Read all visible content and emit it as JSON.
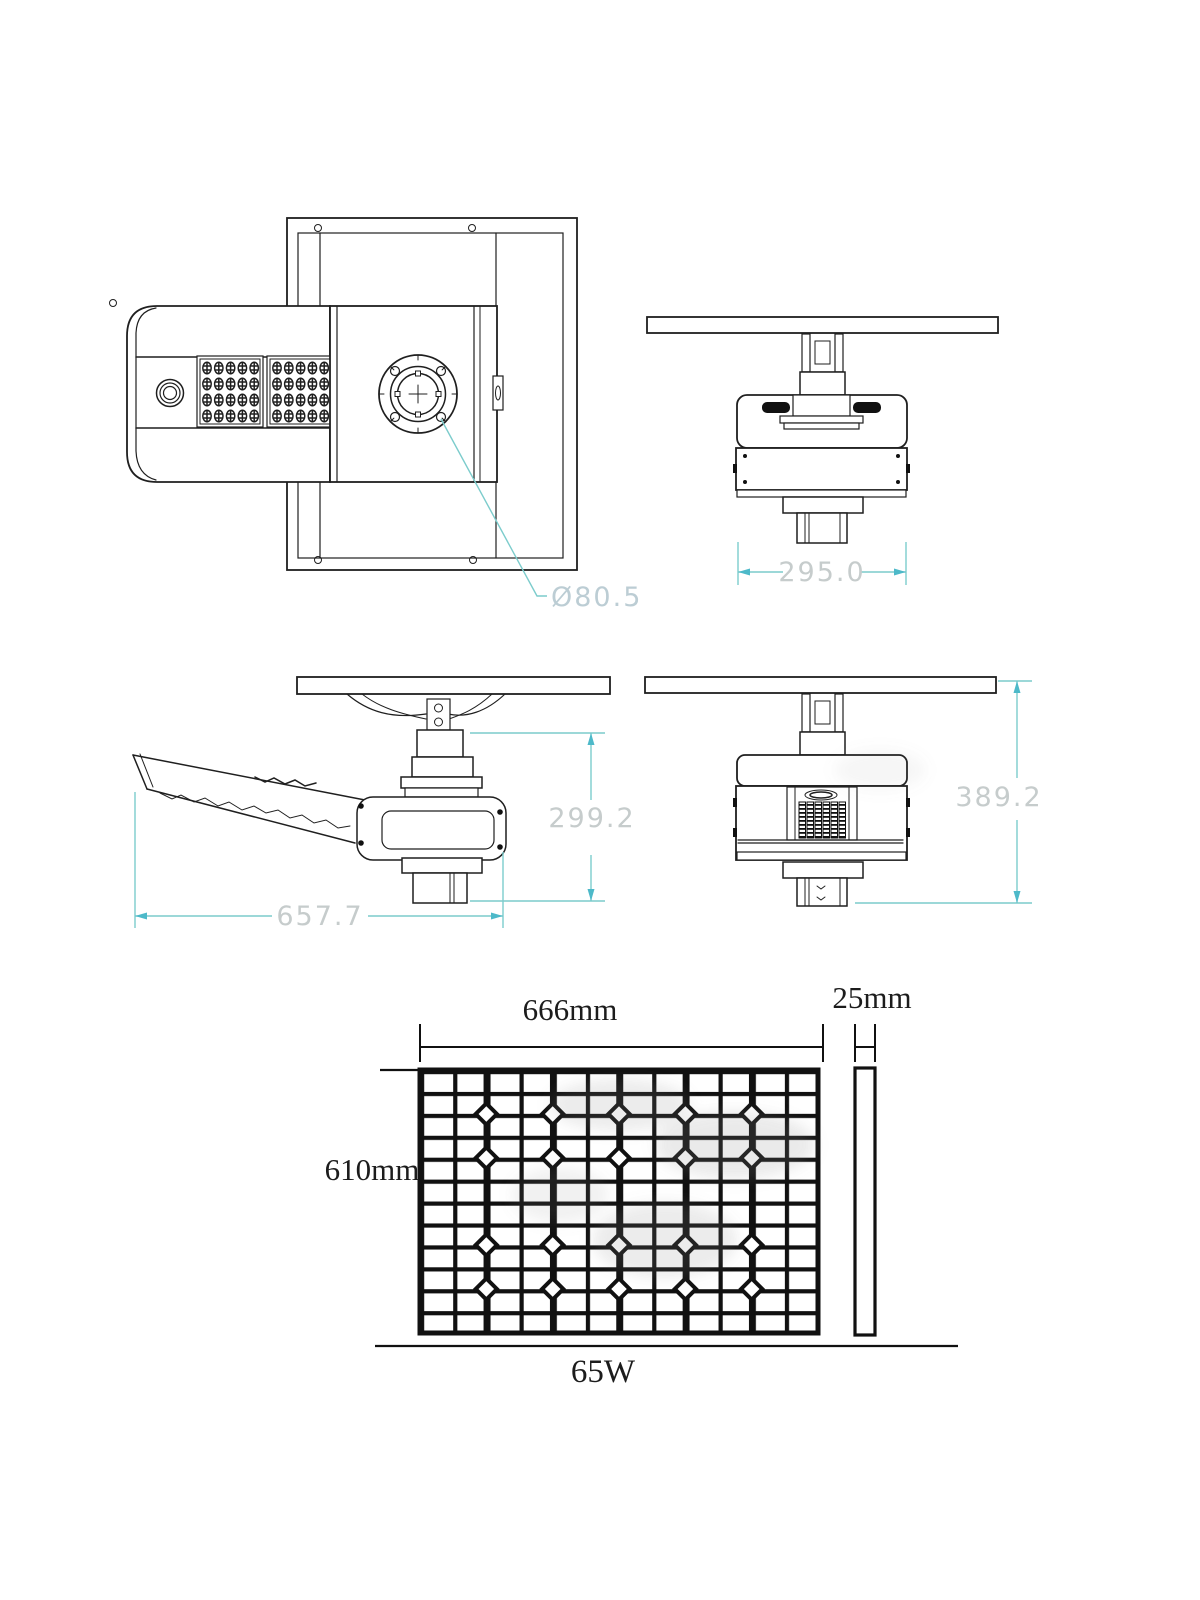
{
  "colors": {
    "background": "#ffffff",
    "drawing_line": "#1f1f1f",
    "dimension_line": "#7ccccc",
    "dimension_arrow": "#4db9c9",
    "dimension_text": "#c6cccc",
    "label_text": "#1c1c1c"
  },
  "top_view": {
    "diameter_label": "Ø80.5"
  },
  "front_view": {
    "width_label": "295.0"
  },
  "side_view": {
    "length_label": "657.7",
    "height_label": "299.2"
  },
  "back_view": {
    "height_label": "389.2"
  },
  "solar_panel": {
    "width_label": "666mm",
    "thickness_label": "25mm",
    "height_label": "610mm",
    "power_label": "65W"
  }
}
